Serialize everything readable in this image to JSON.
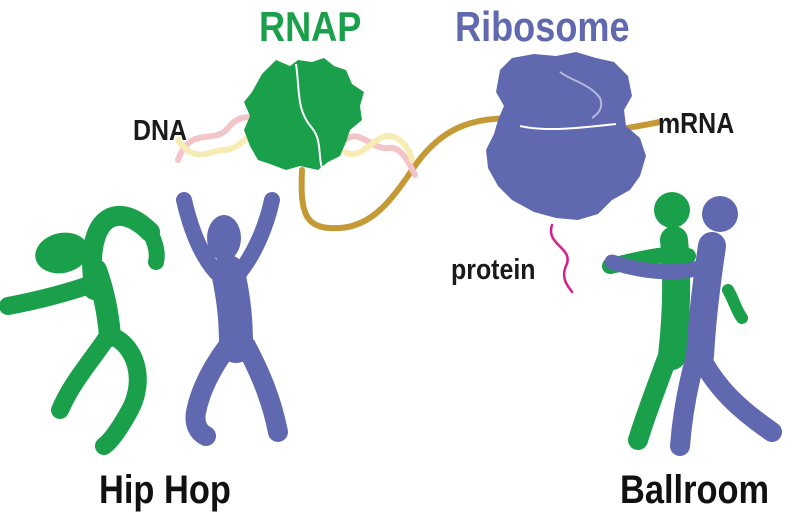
{
  "titles": {
    "rnap": "RNAP",
    "ribosome": "Ribosome"
  },
  "labels": {
    "dna": "DNA",
    "mrna": "mRNA",
    "protein": "protein"
  },
  "captions": {
    "hip_hop": "Hip Hop",
    "ballroom": "Ballroom"
  },
  "colors": {
    "green": "#1aa04a",
    "purple": "#6068b0",
    "mrna_strand": "#c59a36",
    "protein_strand": "#d61f8c",
    "dna_strand_pink": "#f3c4c8",
    "dna_strand_yellow": "#f7ecb4",
    "text_dark": "#111111"
  },
  "icons": [
    "rnap-blob-icon",
    "ribosome-blob-icon",
    "dna-helix-icon",
    "mrna-strand-icon",
    "protein-strand-icon",
    "hip-hop-dancer-green-icon",
    "hip-hop-dancer-purple-icon",
    "ballroom-dancers-icon"
  ]
}
